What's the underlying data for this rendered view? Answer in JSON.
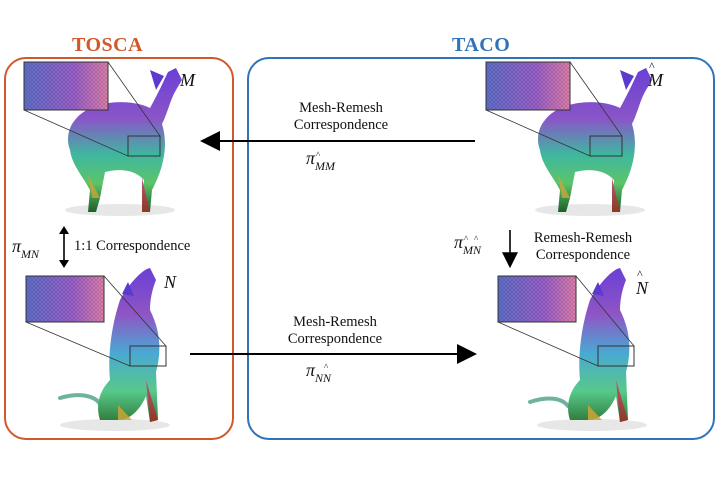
{
  "groups": {
    "tosca": {
      "title": "TOSCA",
      "color": "#d0582b"
    },
    "taco": {
      "title": "TACO",
      "color": "#2f73b8"
    }
  },
  "shapes": {
    "M": {
      "symbol": "M",
      "hat": false
    },
    "M_hat": {
      "symbol": "M",
      "hat": true
    },
    "N": {
      "symbol": "N",
      "hat": false
    },
    "N_hat": {
      "symbol": "N",
      "hat": true
    }
  },
  "arrows": {
    "top": {
      "line1": "Mesh-Remesh",
      "line2": "Correspondence",
      "pi": "π",
      "sub_a": "M",
      "sub_b": "M",
      "sub_a_hat": true
    },
    "left": {
      "text": "1:1 Correspondence",
      "pi": "π",
      "sub": "MN"
    },
    "right": {
      "line1": "Remesh-Remesh",
      "line2": "Correspondence",
      "pi": "π",
      "sub_a": "M",
      "sub_b": "N"
    },
    "bottom": {
      "line1": "Mesh-Remesh",
      "line2": "Correspondence",
      "pi": "π",
      "sub_a": "N",
      "sub_b": "N",
      "sub_b_hat": true
    }
  }
}
